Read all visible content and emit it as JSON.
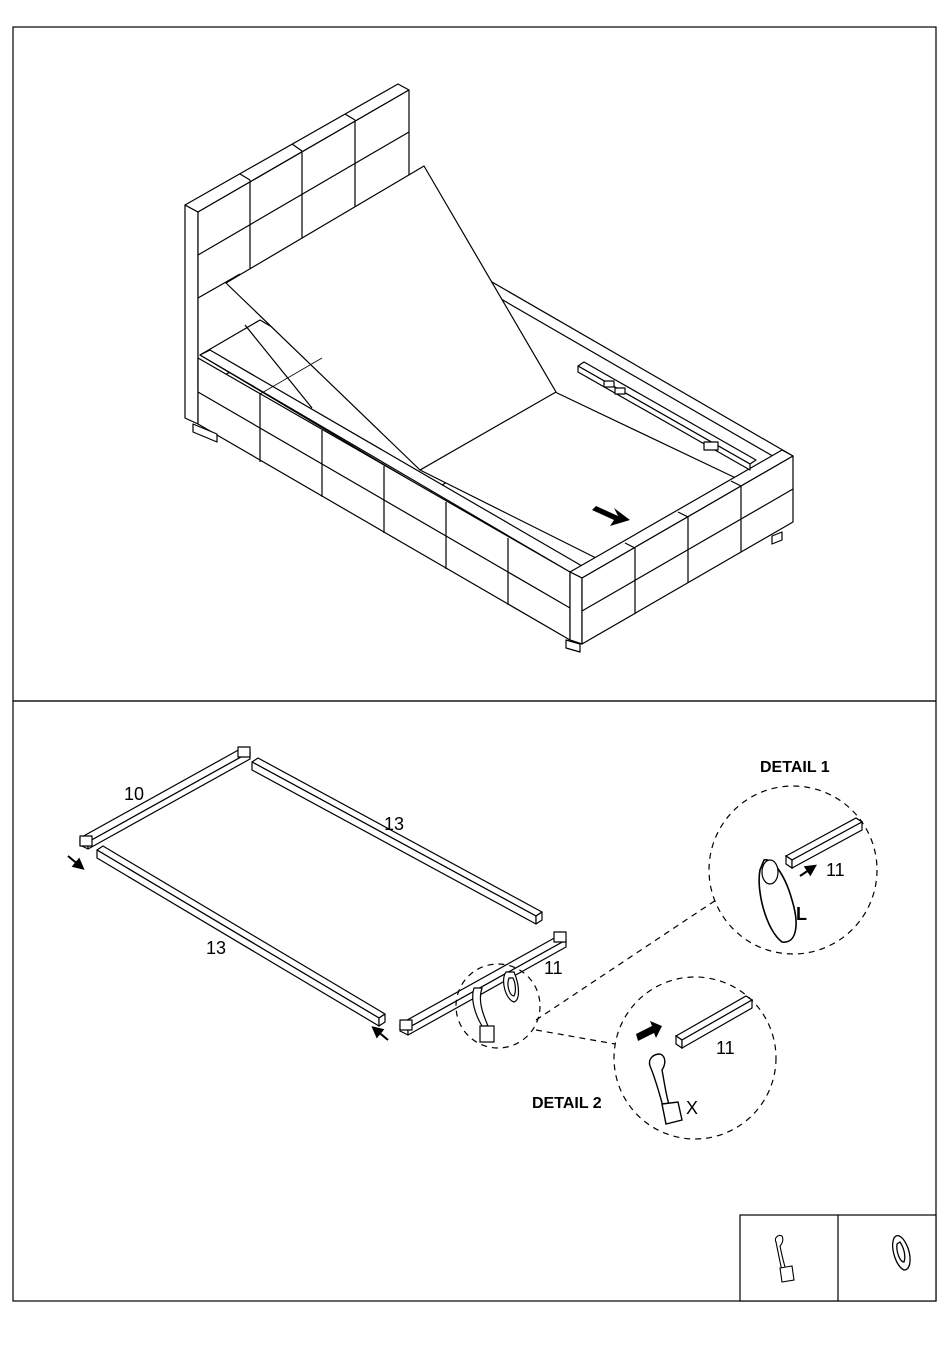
{
  "labels": {
    "part_10": "10",
    "part_13_back": "13",
    "part_13_front": "13",
    "part_11_main": "11",
    "detail1_title": "DETAIL 1",
    "detail1_part": "11",
    "detail1_strap": "L",
    "detail2_title": "DETAIL 2",
    "detail2_part": "11",
    "detail2_strap": "X"
  },
  "legend": {
    "items": [
      {
        "icon": "buckle-strap-icon"
      },
      {
        "icon": "loop-strap-icon"
      }
    ]
  },
  "colors": {
    "line": "#000000",
    "background": "#ffffff"
  }
}
